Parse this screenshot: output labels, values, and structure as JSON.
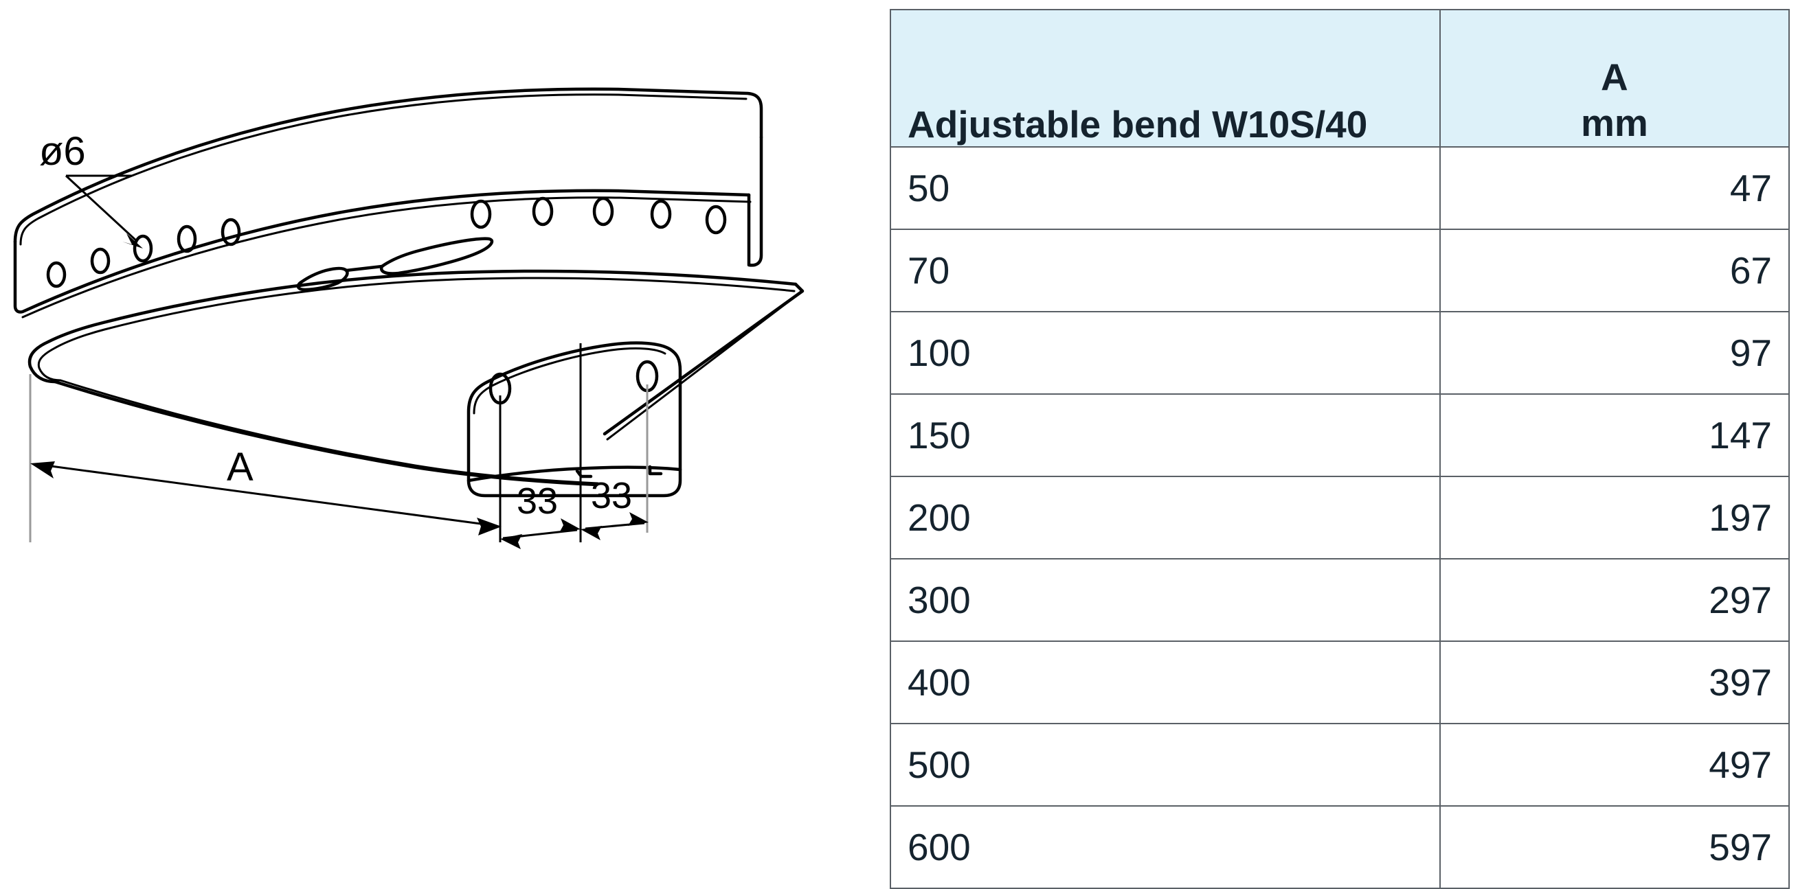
{
  "drawing": {
    "title": "Adjustable bend W10S/40 isometric drawing",
    "annotations": {
      "hole_diameter": "ø6",
      "overall_length": "A",
      "tab_left": "33",
      "tab_right": "33"
    },
    "line_color": "#000000",
    "hole_count_upper_flange": 10,
    "hole_count_tab": 2
  },
  "table": {
    "header": {
      "name": "Adjustable bend W10S/40",
      "a_letter": "A",
      "a_unit": "mm"
    },
    "header_bg": "#ddf1f9",
    "border_color": "#5a6066",
    "rows": [
      {
        "size": "50",
        "a": "47"
      },
      {
        "size": "70",
        "a": "67"
      },
      {
        "size": "100",
        "a": "97"
      },
      {
        "size": "150",
        "a": "147"
      },
      {
        "size": "200",
        "a": "197"
      },
      {
        "size": "300",
        "a": "297"
      },
      {
        "size": "400",
        "a": "397"
      },
      {
        "size": "500",
        "a": "497"
      },
      {
        "size": "600",
        "a": "597"
      }
    ]
  }
}
